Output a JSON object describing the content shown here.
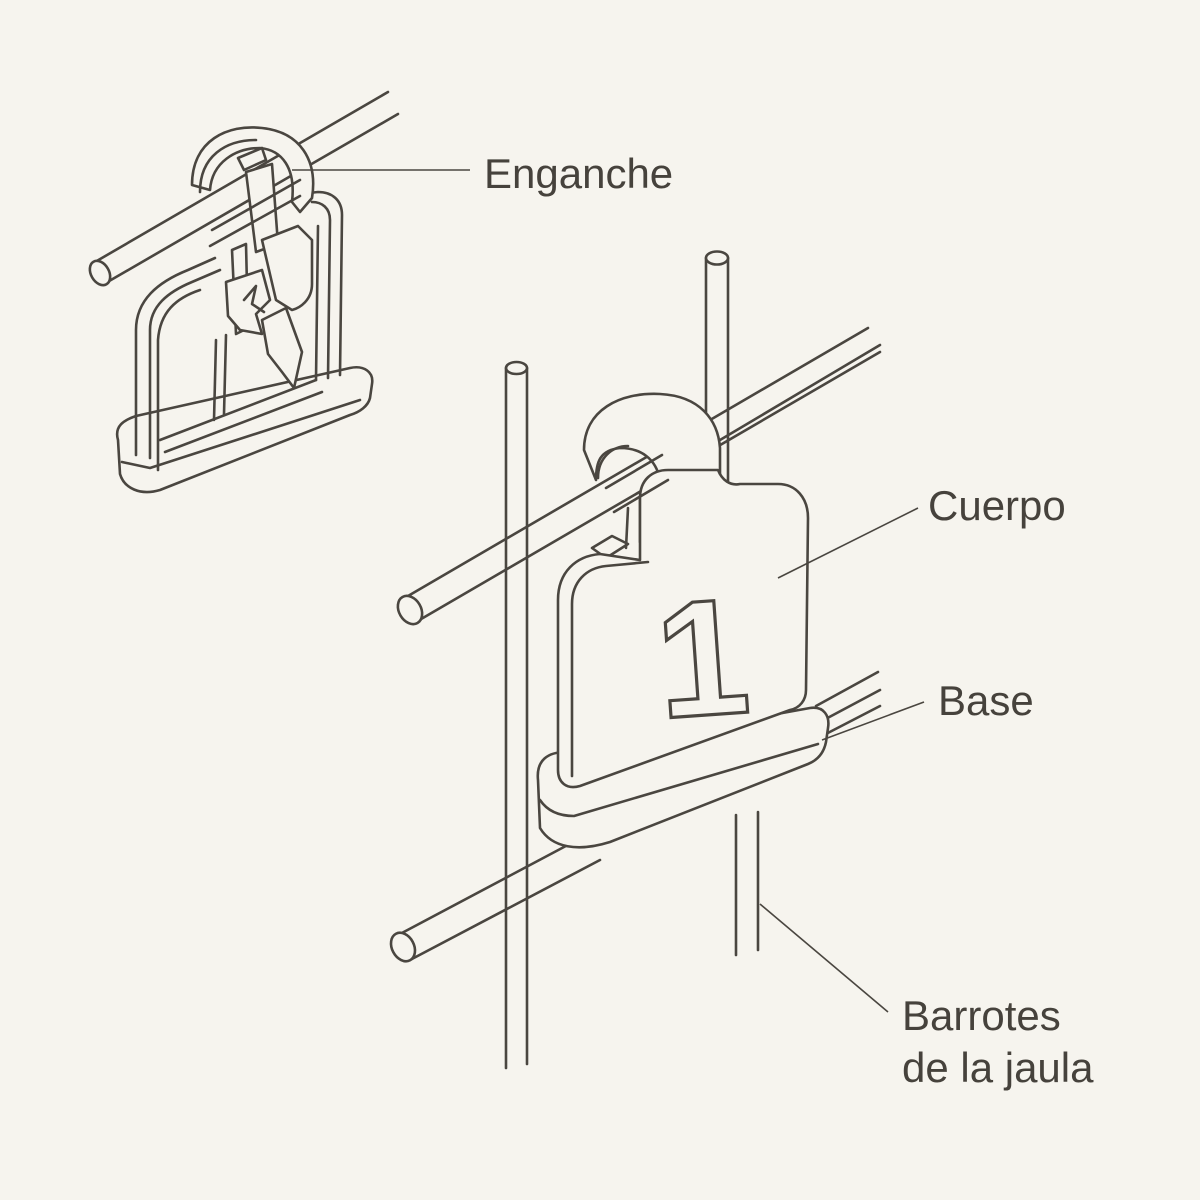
{
  "diagram": {
    "labels": {
      "hook": "Enganche",
      "body": "Cuerpo",
      "base": "Base",
      "bars_line1": "Barrotes",
      "bars_line2": "de la jaula"
    },
    "tag_number": "1"
  },
  "colors": {
    "background": "#f6f4ee",
    "line": "#4a4640",
    "text": "#46423c"
  }
}
